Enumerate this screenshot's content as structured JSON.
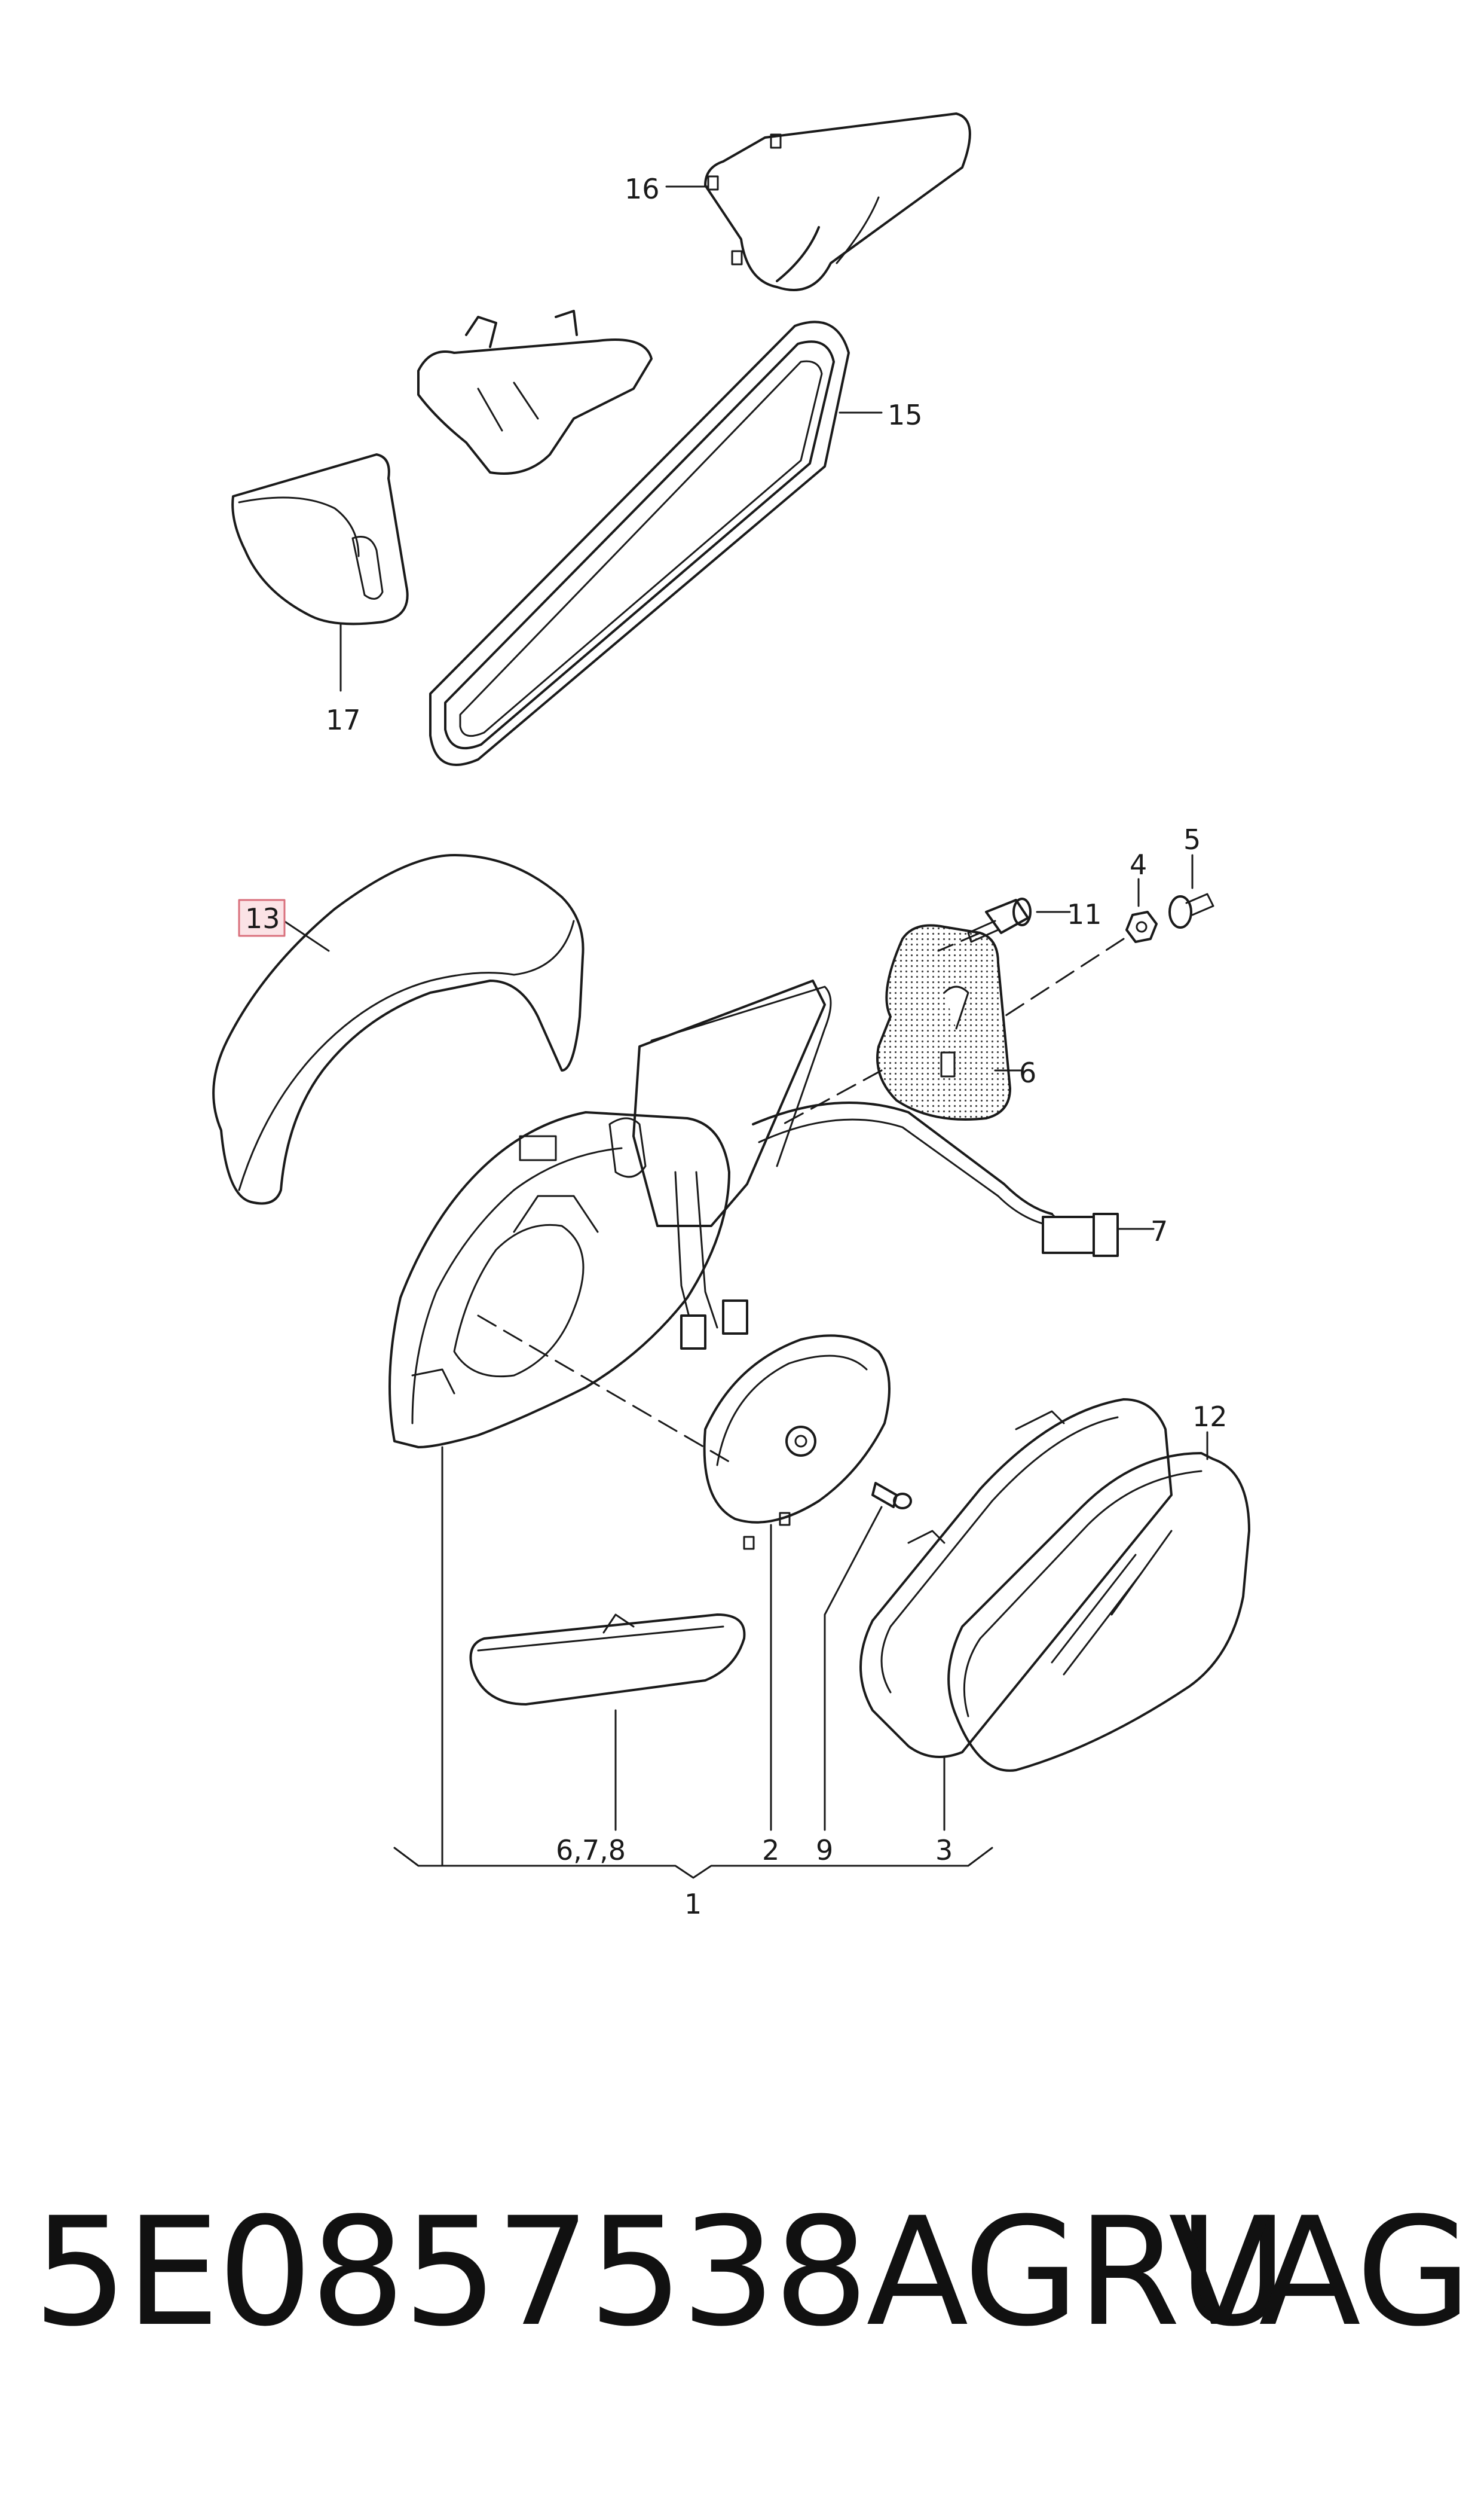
{
  "callouts": {
    "c1": "1",
    "c2": "2",
    "c3": "3",
    "c4": "4",
    "c5": "5",
    "c6": "6",
    "c7": "7",
    "c678": "6,7,8",
    "c9": "9",
    "c11": "11",
    "c12": "12",
    "c13": "13",
    "c15": "15",
    "c16": "16",
    "c17": "17"
  },
  "highlighted_callout": "13",
  "caption": {
    "part_number": "5E0857538AGRU",
    "brand": "VAG"
  }
}
